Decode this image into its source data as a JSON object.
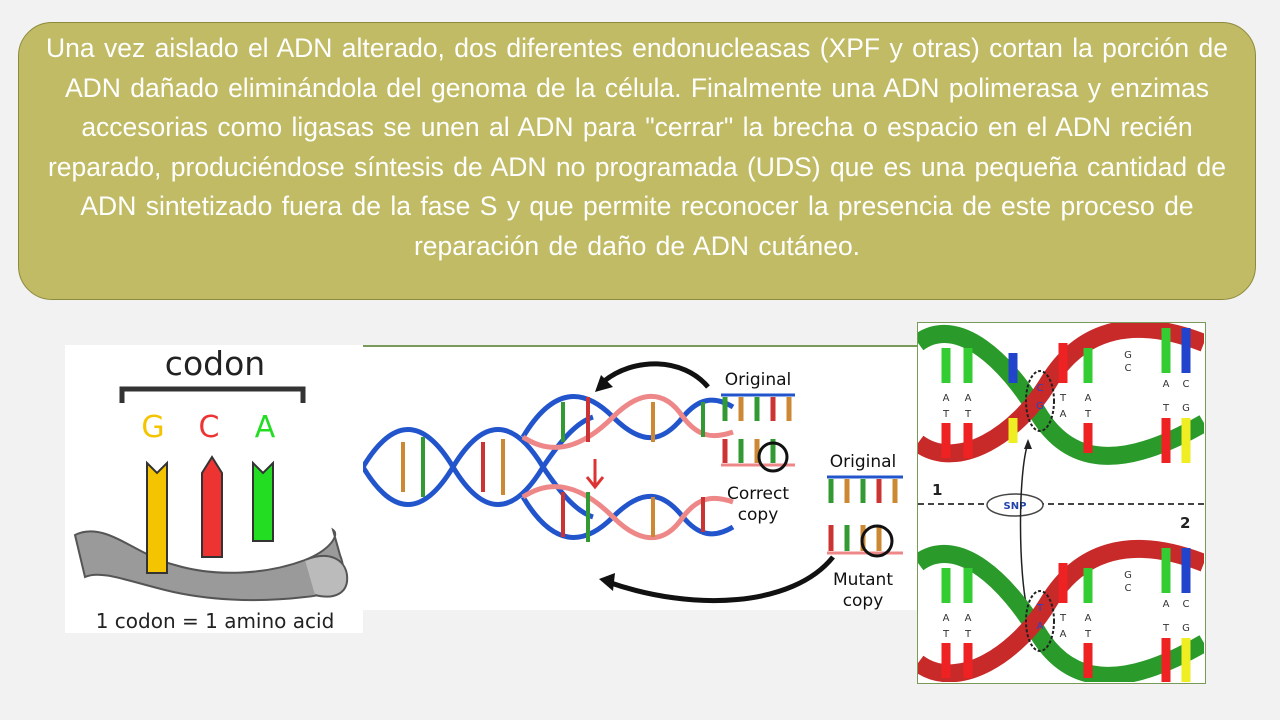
{
  "slide": {
    "paragraph": "Una vez aislado el ADN alterado, dos diferentes endonucleasas (XPF y otras) cortan la porción de ADN dañado eliminándola del genoma de la célula. Finalmente una ADN polimerasa y enzimas accesorias como ligasas se unen al ADN para \"cerrar\" la brecha o espacio en el ADN recién reparado, produciéndose síntesis de ADN no programada (UDS) que es una pequeña cantidad de ADN sintetizado fuera de la fase S y que permite reconocer la presencia de este proceso de reparación de daño de ADN cutáneo."
  },
  "codon_figure": {
    "title": "codon",
    "bases": [
      {
        "letter": "G",
        "color": "#f5c400"
      },
      {
        "letter": "C",
        "color": "#ee3333"
      },
      {
        "letter": "A",
        "color": "#22dd22"
      }
    ],
    "caption": "1 codon = 1 amino acid"
  },
  "replication_figure": {
    "original_top": "Original",
    "correct_copy_line1": "Correct",
    "correct_copy_line2": "copy",
    "original_bottom": "Original",
    "mutant_copy_line1": "Mutant",
    "mutant_copy_line2": "copy"
  },
  "snp_figure": {
    "label_1": "1",
    "label_2": "2",
    "snp_label": "SNP",
    "top_letters_upper": [
      "A",
      "A",
      "C",
      "T",
      "A",
      "G",
      "A",
      "C"
    ],
    "top_letters_lower": [
      "T",
      "T",
      "G",
      "A",
      "T",
      "C",
      "T",
      "G"
    ],
    "bottom_letters_upper": [
      "A",
      "A",
      "T",
      "T",
      "A",
      "G",
      "A",
      "C"
    ],
    "bottom_letters_lower": [
      "T",
      "T",
      "A",
      "A",
      "T",
      "C",
      "T",
      "G"
    ]
  }
}
